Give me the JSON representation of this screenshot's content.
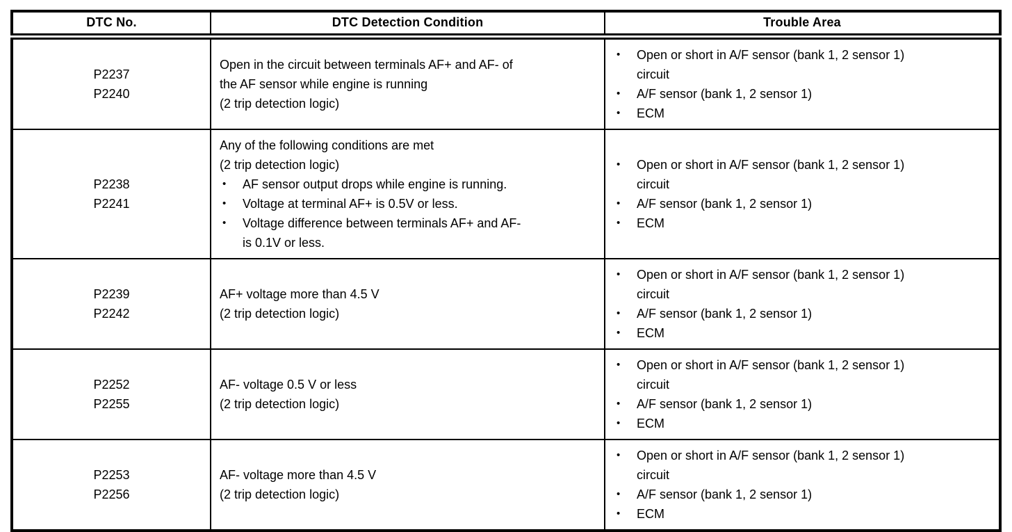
{
  "table": {
    "headers": {
      "dtc_no": "DTC No.",
      "condition": "DTC Detection Condition",
      "trouble_area": "Trouble Area"
    },
    "bullet_glyph": "•",
    "rows": [
      {
        "dtc_no": [
          "P2237",
          "P2240"
        ],
        "condition_lines": [
          "Open in the circuit between terminals AF+ and AF- of",
          "the AF sensor while engine is running",
          "(2 trip detection logic)"
        ],
        "condition_bullets": [],
        "trouble_area": [
          [
            "Open or short in A/F sensor (bank 1, 2 sensor 1)",
            "circuit"
          ],
          [
            "A/F sensor (bank 1, 2 sensor 1)"
          ],
          [
            "ECM"
          ]
        ]
      },
      {
        "dtc_no": [
          "P2238",
          "P2241"
        ],
        "condition_lines": [
          "Any of the following conditions are met",
          "(2 trip detection logic)"
        ],
        "condition_bullets": [
          [
            "AF sensor output drops while engine is running."
          ],
          [
            "Voltage at terminal AF+ is 0.5V or less."
          ],
          [
            "Voltage difference between terminals AF+ and AF-",
            "is 0.1V or less."
          ]
        ],
        "trouble_area": [
          [
            "Open or short in A/F sensor (bank 1, 2 sensor 1)",
            "circuit"
          ],
          [
            "A/F sensor (bank 1, 2 sensor 1)"
          ],
          [
            "ECM"
          ]
        ]
      },
      {
        "dtc_no": [
          "P2239",
          "P2242"
        ],
        "condition_lines": [
          "AF+ voltage more than 4.5 V",
          "(2 trip detection logic)"
        ],
        "condition_bullets": [],
        "trouble_area": [
          [
            "Open or short in A/F sensor (bank 1, 2 sensor 1)",
            "circuit"
          ],
          [
            "A/F sensor (bank 1, 2 sensor 1)"
          ],
          [
            "ECM"
          ]
        ]
      },
      {
        "dtc_no": [
          "P2252",
          "P2255"
        ],
        "condition_lines": [
          "AF- voltage 0.5 V or less",
          "(2 trip detection logic)"
        ],
        "condition_bullets": [],
        "trouble_area": [
          [
            "Open or short in A/F sensor (bank 1, 2 sensor 1)",
            "circuit"
          ],
          [
            "A/F sensor (bank 1, 2 sensor 1)"
          ],
          [
            "ECM"
          ]
        ]
      },
      {
        "dtc_no": [
          "P2253",
          "P2256"
        ],
        "condition_lines": [
          "AF- voltage more than 4.5 V",
          "(2 trip detection logic)"
        ],
        "condition_bullets": [],
        "trouble_area": [
          [
            "Open or short in A/F sensor (bank 1, 2 sensor 1)",
            "circuit"
          ],
          [
            "A/F sensor (bank 1, 2 sensor 1)"
          ],
          [
            "ECM"
          ]
        ]
      }
    ]
  }
}
